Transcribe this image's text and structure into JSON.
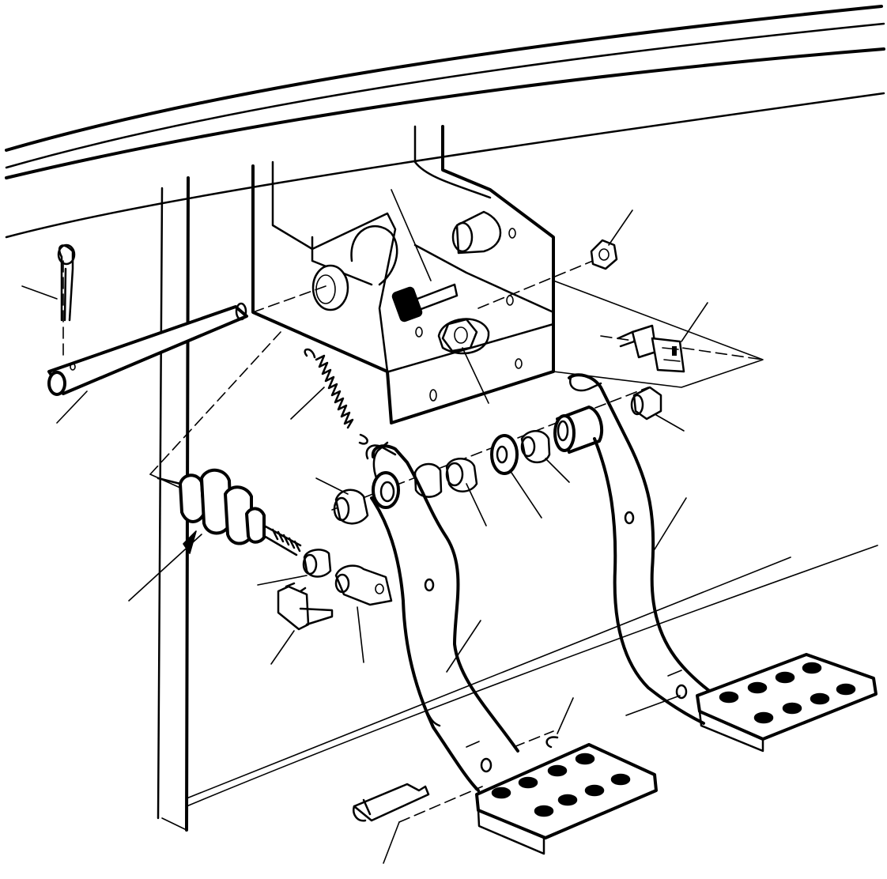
{
  "diagram": {
    "description_visible_text": [],
    "parts": [
      {
        "id": "cotter-pin",
        "icon": "cotter-pin-icon"
      },
      {
        "id": "pivot-shaft",
        "icon": "shaft-icon"
      },
      {
        "id": "return-spring",
        "icon": "spring-icon"
      },
      {
        "id": "adjusting-bolt",
        "icon": "bolt-icon"
      },
      {
        "id": "nut",
        "icon": "nut-icon"
      },
      {
        "id": "stop-light-switch",
        "icon": "switch-icon"
      },
      {
        "id": "bushing",
        "icon": "bushing-icon"
      },
      {
        "id": "washer",
        "icon": "washer-icon"
      },
      {
        "id": "master-cylinder",
        "icon": "master-cylinder-icon"
      },
      {
        "id": "lock-nut",
        "icon": "nut-icon"
      },
      {
        "id": "clevis",
        "icon": "clevis-icon"
      },
      {
        "id": "retaining-clip",
        "icon": "clip-icon"
      },
      {
        "id": "clutch-pedal",
        "icon": "pedal-icon"
      },
      {
        "id": "brake-pedal",
        "icon": "pedal-icon"
      },
      {
        "id": "snap-ring",
        "icon": "ring-icon"
      },
      {
        "id": "clevis-pin",
        "icon": "pin-icon"
      }
    ]
  }
}
